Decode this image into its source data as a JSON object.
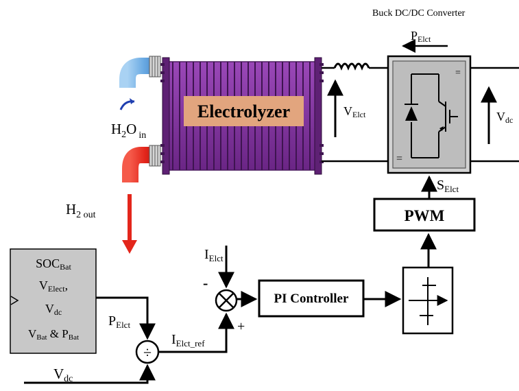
{
  "converter": {
    "title": "Buck DC/DC Converter",
    "power_label": {
      "main": "P",
      "sub": "Elct"
    },
    "input_voltage": {
      "main": "V",
      "sub": "Elct"
    },
    "output_voltage": {
      "main": "V",
      "sub": "dc"
    },
    "switch_signal": {
      "main": "S",
      "sub": "Elct"
    }
  },
  "electrolyzer": {
    "label": "Electrolyzer"
  },
  "water": {
    "main": "H",
    "sub1": "2",
    "mid": "O",
    "sub2": "in"
  },
  "hydrogen": {
    "main": "H",
    "sub": "2 out"
  },
  "pwm": {
    "label": "PWM"
  },
  "pi": {
    "label": "PI Controller"
  },
  "control_block": {
    "line1": {
      "main": "SOC",
      "sub": "Bat"
    },
    "line2": {
      "main": "V",
      "sub": "Elect",
      "tail": ","
    },
    "line3": {
      "main": "V",
      "sub": "dc"
    },
    "line4": {
      "main1": "V",
      "sub1": "Bat",
      "mid": " & P",
      "sub2": "Bat"
    }
  },
  "signals": {
    "p_elct": {
      "main": "P",
      "sub": "Elct"
    },
    "i_elct": {
      "main": "I",
      "sub": "Elct"
    },
    "i_ref": {
      "main": "I",
      "sub": "Elct_ref"
    },
    "v_dc": {
      "main": "V",
      "sub": "dc"
    },
    "minus": "-",
    "plus": "+",
    "divide": "÷",
    "multiply": "⊗"
  },
  "colors": {
    "electrolyzer_body": "#7f2f9a",
    "electrolyzer_label_bg": "#e2a57e",
    "water_pipe": "#7fb7e6",
    "hydrogen_pipe": "#e3261b",
    "converter_box": "#c8c8c8"
  }
}
